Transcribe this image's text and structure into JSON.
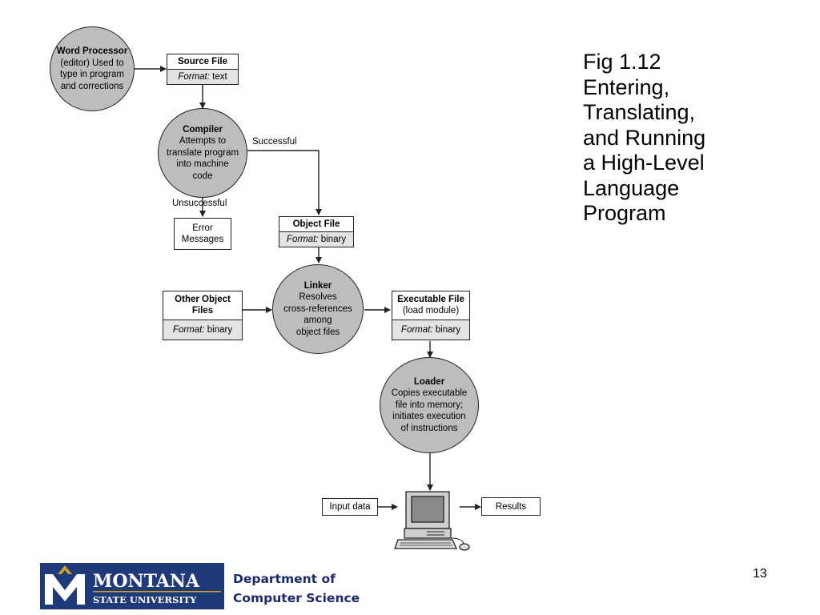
{
  "caption": {
    "lines": [
      "Fig 1.12",
      "Entering,",
      "Translating,",
      "and Running",
      "a High-Level",
      "Language",
      "Program"
    ]
  },
  "nodes": {
    "word_processor": {
      "title": "Word Processor",
      "lines": [
        "(editor) Used to",
        "type in program",
        "and corrections"
      ]
    },
    "source_file": {
      "title": "Source File",
      "format_label": "Format:",
      "format_value": "text"
    },
    "compiler": {
      "title": "Compiler",
      "lines": [
        "Attempts to",
        "translate program",
        "into machine",
        "code"
      ]
    },
    "error_messages": {
      "lines": [
        "Error",
        "Messages"
      ]
    },
    "object_file": {
      "title": "Object File",
      "format_label": "Format:",
      "format_value": "binary"
    },
    "other_object_files": {
      "title_lines": [
        "Other Object",
        "Files"
      ],
      "format_label": "Format:",
      "format_value": "binary"
    },
    "linker": {
      "title": "Linker",
      "lines": [
        "Resolves",
        "cross-references",
        "among",
        "object files"
      ]
    },
    "executable_file": {
      "title": "Executable File",
      "subtitle": "(load module)",
      "format_label": "Format:",
      "format_value": "binary"
    },
    "loader": {
      "title": "Loader",
      "lines": [
        "Copies executable",
        "file into memory;",
        "initiates execution",
        "of instructions"
      ]
    },
    "input_data": {
      "label": "Input data"
    },
    "results": {
      "label": "Results"
    }
  },
  "edge_labels": {
    "successful": "Successful",
    "unsuccessful": "Unsuccessful"
  },
  "footer": {
    "logo_top": "MONTANA",
    "logo_bottom": "STATE UNIVERSITY",
    "dept_line1": "Department of",
    "dept_line2": "Computer Science",
    "page_number": "13"
  },
  "colors": {
    "node_fill": "#bdbdbd",
    "format_fill": "#e3e3e3",
    "logo_blue": "#1f3a7a",
    "logo_gold": "#c9a227",
    "dept_text": "#1a2a6c"
  }
}
